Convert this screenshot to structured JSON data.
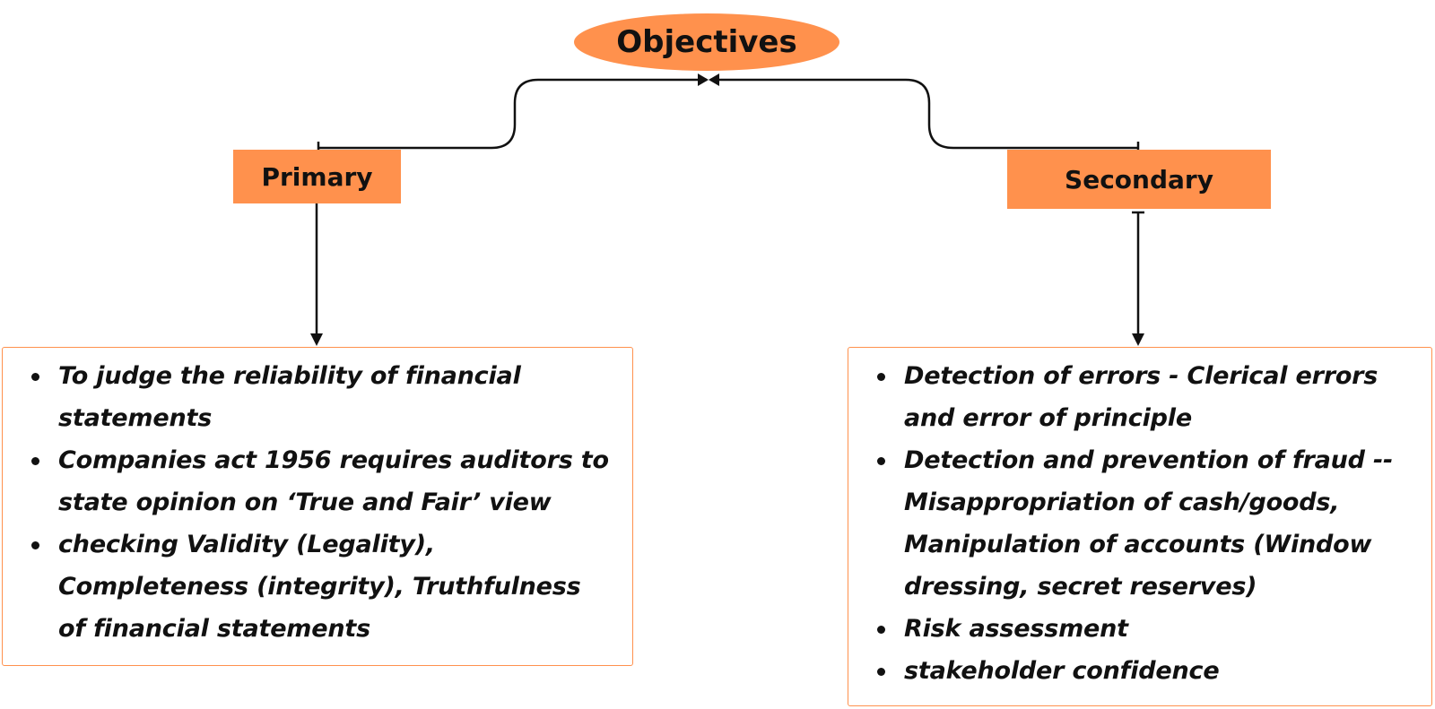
{
  "root": {
    "label": "Objectives"
  },
  "primary": {
    "label": "Primary",
    "items": [
      "To judge the reliability of financial statements",
      "Companies act 1956 requires auditors to state opinion on  ‘True and Fair’ view",
      "checking Validity (Legality), Completeness (integrity), Truthfulness of financial statements"
    ]
  },
  "secondary": {
    "label": "Secondary",
    "items": [
      "Detection of errors - Clerical errors and error of principle",
      "Detection and prevention of fraud -- Misappropriation of cash/goods, Manipulation of accounts (Window dressing, secret reserves)",
      "Risk assessment",
      "stakeholder confidence"
    ]
  },
  "colors": {
    "node_fill": "#ff914d",
    "box_border": "#ff914d",
    "line": "#111111"
  }
}
